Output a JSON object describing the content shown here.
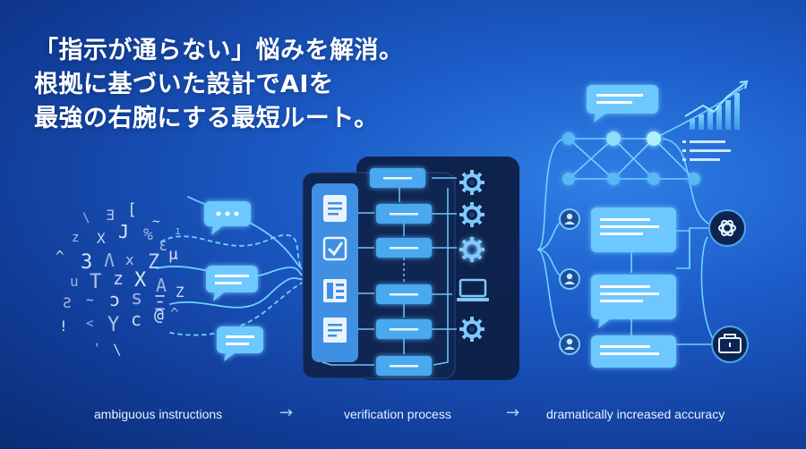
{
  "headline": {
    "line1": "「指示が通らない」悩みを解消。",
    "line2": "根拠に基づいた設計でAIを",
    "line3": "最強の右腕にする最短ルート。"
  },
  "captions": {
    "left": "ambiguous instructions",
    "middle": "verification process",
    "right": "dramatically increased accuracy",
    "arrow": "→"
  },
  "scatter_glyphs": [
    "\\",
    "Ǝ",
    "[",
    "~",
    "ı",
    "z",
    "X",
    "J",
    "%",
    "Ɛ",
    "^",
    "3",
    "Ʌ",
    "x",
    "Z",
    "μ",
    "u",
    "T",
    "z",
    "X",
    "A",
    "Ƨ",
    "~",
    "ɔ",
    "s",
    "Ξ",
    "Z",
    "!",
    "<",
    "Y",
    "c",
    "@",
    "^",
    "'",
    "\\"
  ],
  "colors": {
    "accent_cyan": "#5fd8ff",
    "bubble": "#6cc8ff",
    "panel_dark": "#0d1f44",
    "node": "#5ab8f5"
  },
  "icons": {
    "document": "document-icon",
    "checkbox": "checkbox-icon",
    "list": "list-icon",
    "note": "note-icon",
    "gear": "gear-icon",
    "laptop": "laptop-icon",
    "user": "user-icon",
    "ai": "ai-logo-icon",
    "briefcase": "briefcase-icon",
    "chart": "chart-icon"
  }
}
